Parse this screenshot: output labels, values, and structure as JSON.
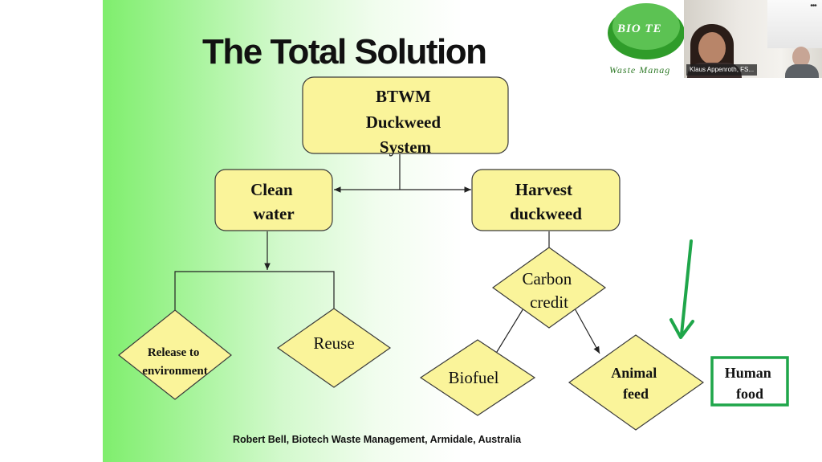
{
  "slide": {
    "title": "The Total Solution",
    "footer": "Robert Bell, Biotech Waste Management, Armidale, Australia",
    "logo": {
      "text": "BIO  TE",
      "subtitle": "Waste Manag"
    }
  },
  "diagram": {
    "nodes": {
      "system": {
        "lines": [
          "BTWM",
          "Duckweed",
          "System"
        ]
      },
      "clean": {
        "lines": [
          "Clean",
          "water"
        ]
      },
      "harvest": {
        "lines": [
          "Harvest",
          "duckweed"
        ]
      },
      "carbon": {
        "lines": [
          "Carbon",
          "credit"
        ]
      },
      "release": {
        "lines": [
          "Release to",
          "environment"
        ]
      },
      "reuse": {
        "lines": [
          "Reuse"
        ]
      },
      "biofuel": {
        "lines": [
          "Biofuel"
        ]
      },
      "animal": {
        "lines": [
          "Animal",
          "feed"
        ]
      },
      "human": {
        "lines": [
          "Human",
          "food"
        ]
      }
    }
  },
  "video": {
    "participant_name": "Klaus Appenroth, FS...",
    "more_icon": "more-options-icon"
  },
  "colors": {
    "box_fill": "#faf49a",
    "box_stroke": "#3a3a3a",
    "highlight": "#1fa64a",
    "slide_gradient_left": "#7fee6d"
  }
}
